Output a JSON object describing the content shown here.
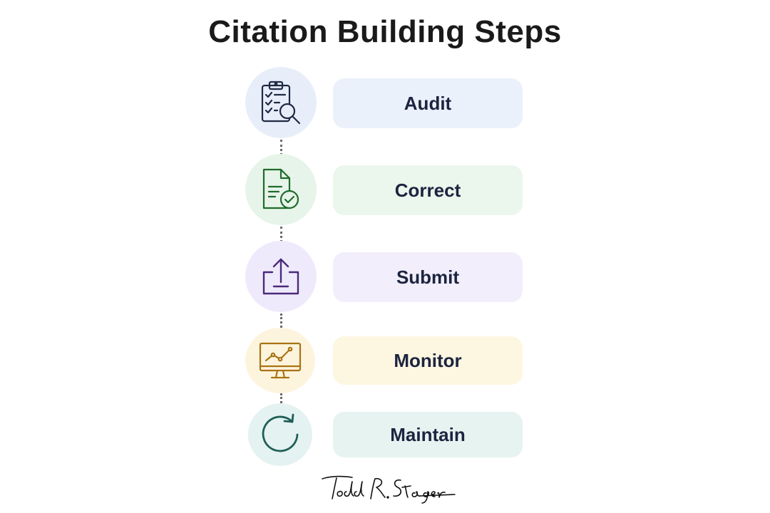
{
  "title": "Citation Building Steps",
  "steps": [
    {
      "label": "Audit",
      "icon": "clipboard-search-icon",
      "circle_color": "#e8eef9",
      "pill_color": "#ebf1fb",
      "icon_color": "#1f2a44"
    },
    {
      "label": "Correct",
      "icon": "document-check-icon",
      "circle_color": "#e7f4e9",
      "pill_color": "#ebf6ec",
      "icon_color": "#1f6b2e"
    },
    {
      "label": "Submit",
      "icon": "upload-tray-icon",
      "circle_color": "#efeafb",
      "pill_color": "#f2eefb",
      "icon_color": "#4a2a7a"
    },
    {
      "label": "Monitor",
      "icon": "monitor-chart-icon",
      "circle_color": "#fdf4de",
      "pill_color": "#fdf6e1",
      "icon_color": "#a87414"
    },
    {
      "label": "Maintain",
      "icon": "refresh-cycle-icon",
      "circle_color": "#e4f2f1",
      "pill_color": "#e6f3f1",
      "icon_color": "#1f5f58"
    }
  ],
  "signature": "Todd R. Stager"
}
